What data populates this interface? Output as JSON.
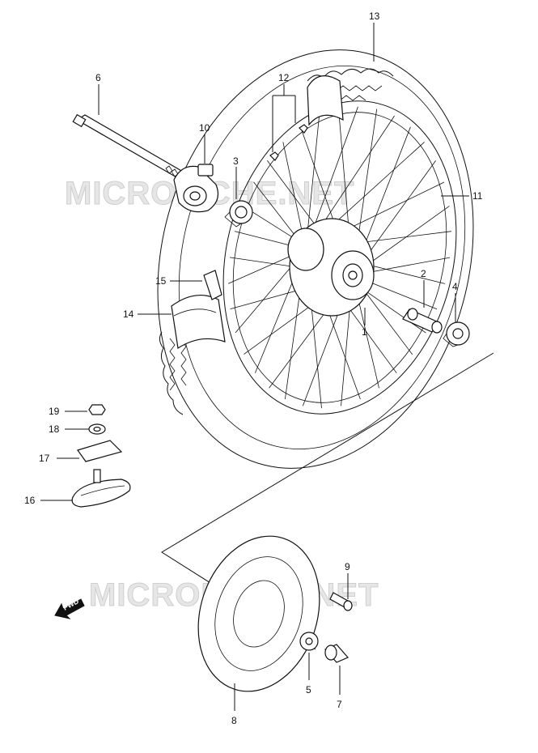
{
  "watermarks": [
    "MICROFICHE.NET",
    "MICROFICHE.NET"
  ],
  "direction_label": "FWD",
  "callouts": [
    {
      "id": "c1",
      "text": "1"
    },
    {
      "id": "c2",
      "text": "2"
    },
    {
      "id": "c3",
      "text": "3"
    },
    {
      "id": "c4",
      "text": "4"
    },
    {
      "id": "c5",
      "text": "5"
    },
    {
      "id": "c6",
      "text": "6"
    },
    {
      "id": "c7",
      "text": "7"
    },
    {
      "id": "c8",
      "text": "8"
    },
    {
      "id": "c9",
      "text": "9"
    },
    {
      "id": "c10",
      "text": "10"
    },
    {
      "id": "c11",
      "text": "11"
    },
    {
      "id": "c12",
      "text": "12"
    },
    {
      "id": "c13",
      "text": "13"
    },
    {
      "id": "c14",
      "text": "14"
    },
    {
      "id": "c15",
      "text": "15"
    },
    {
      "id": "c16",
      "text": "16"
    },
    {
      "id": "c17",
      "text": "17"
    },
    {
      "id": "c18",
      "text": "18"
    },
    {
      "id": "c19",
      "text": "19"
    }
  ]
}
